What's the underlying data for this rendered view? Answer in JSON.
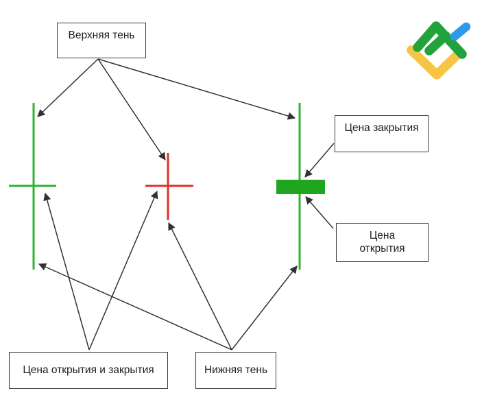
{
  "diagram": {
    "title_implicit": "Анатомия японской свечи",
    "labels": {
      "upper_shadow": "Верхняя тень",
      "close_price": "Цена закрытия",
      "open_price": "Цена\nоткрытия",
      "open_close_price": "Цена открытия и закрытия",
      "lower_shadow": "Нижняя тень"
    }
  },
  "icons": {
    "brand_logo": "litefinance-logo-icon",
    "arrowhead": "arrowhead-icon"
  },
  "colors": {
    "candle_green": "#2FB22F",
    "body_green": "#1FA51F",
    "candle_red": "#E03126",
    "arrow": "#323232",
    "logo_yellow": "#F7C544",
    "logo_green": "#22A23C",
    "logo_blue": "#2D9BE9"
  }
}
